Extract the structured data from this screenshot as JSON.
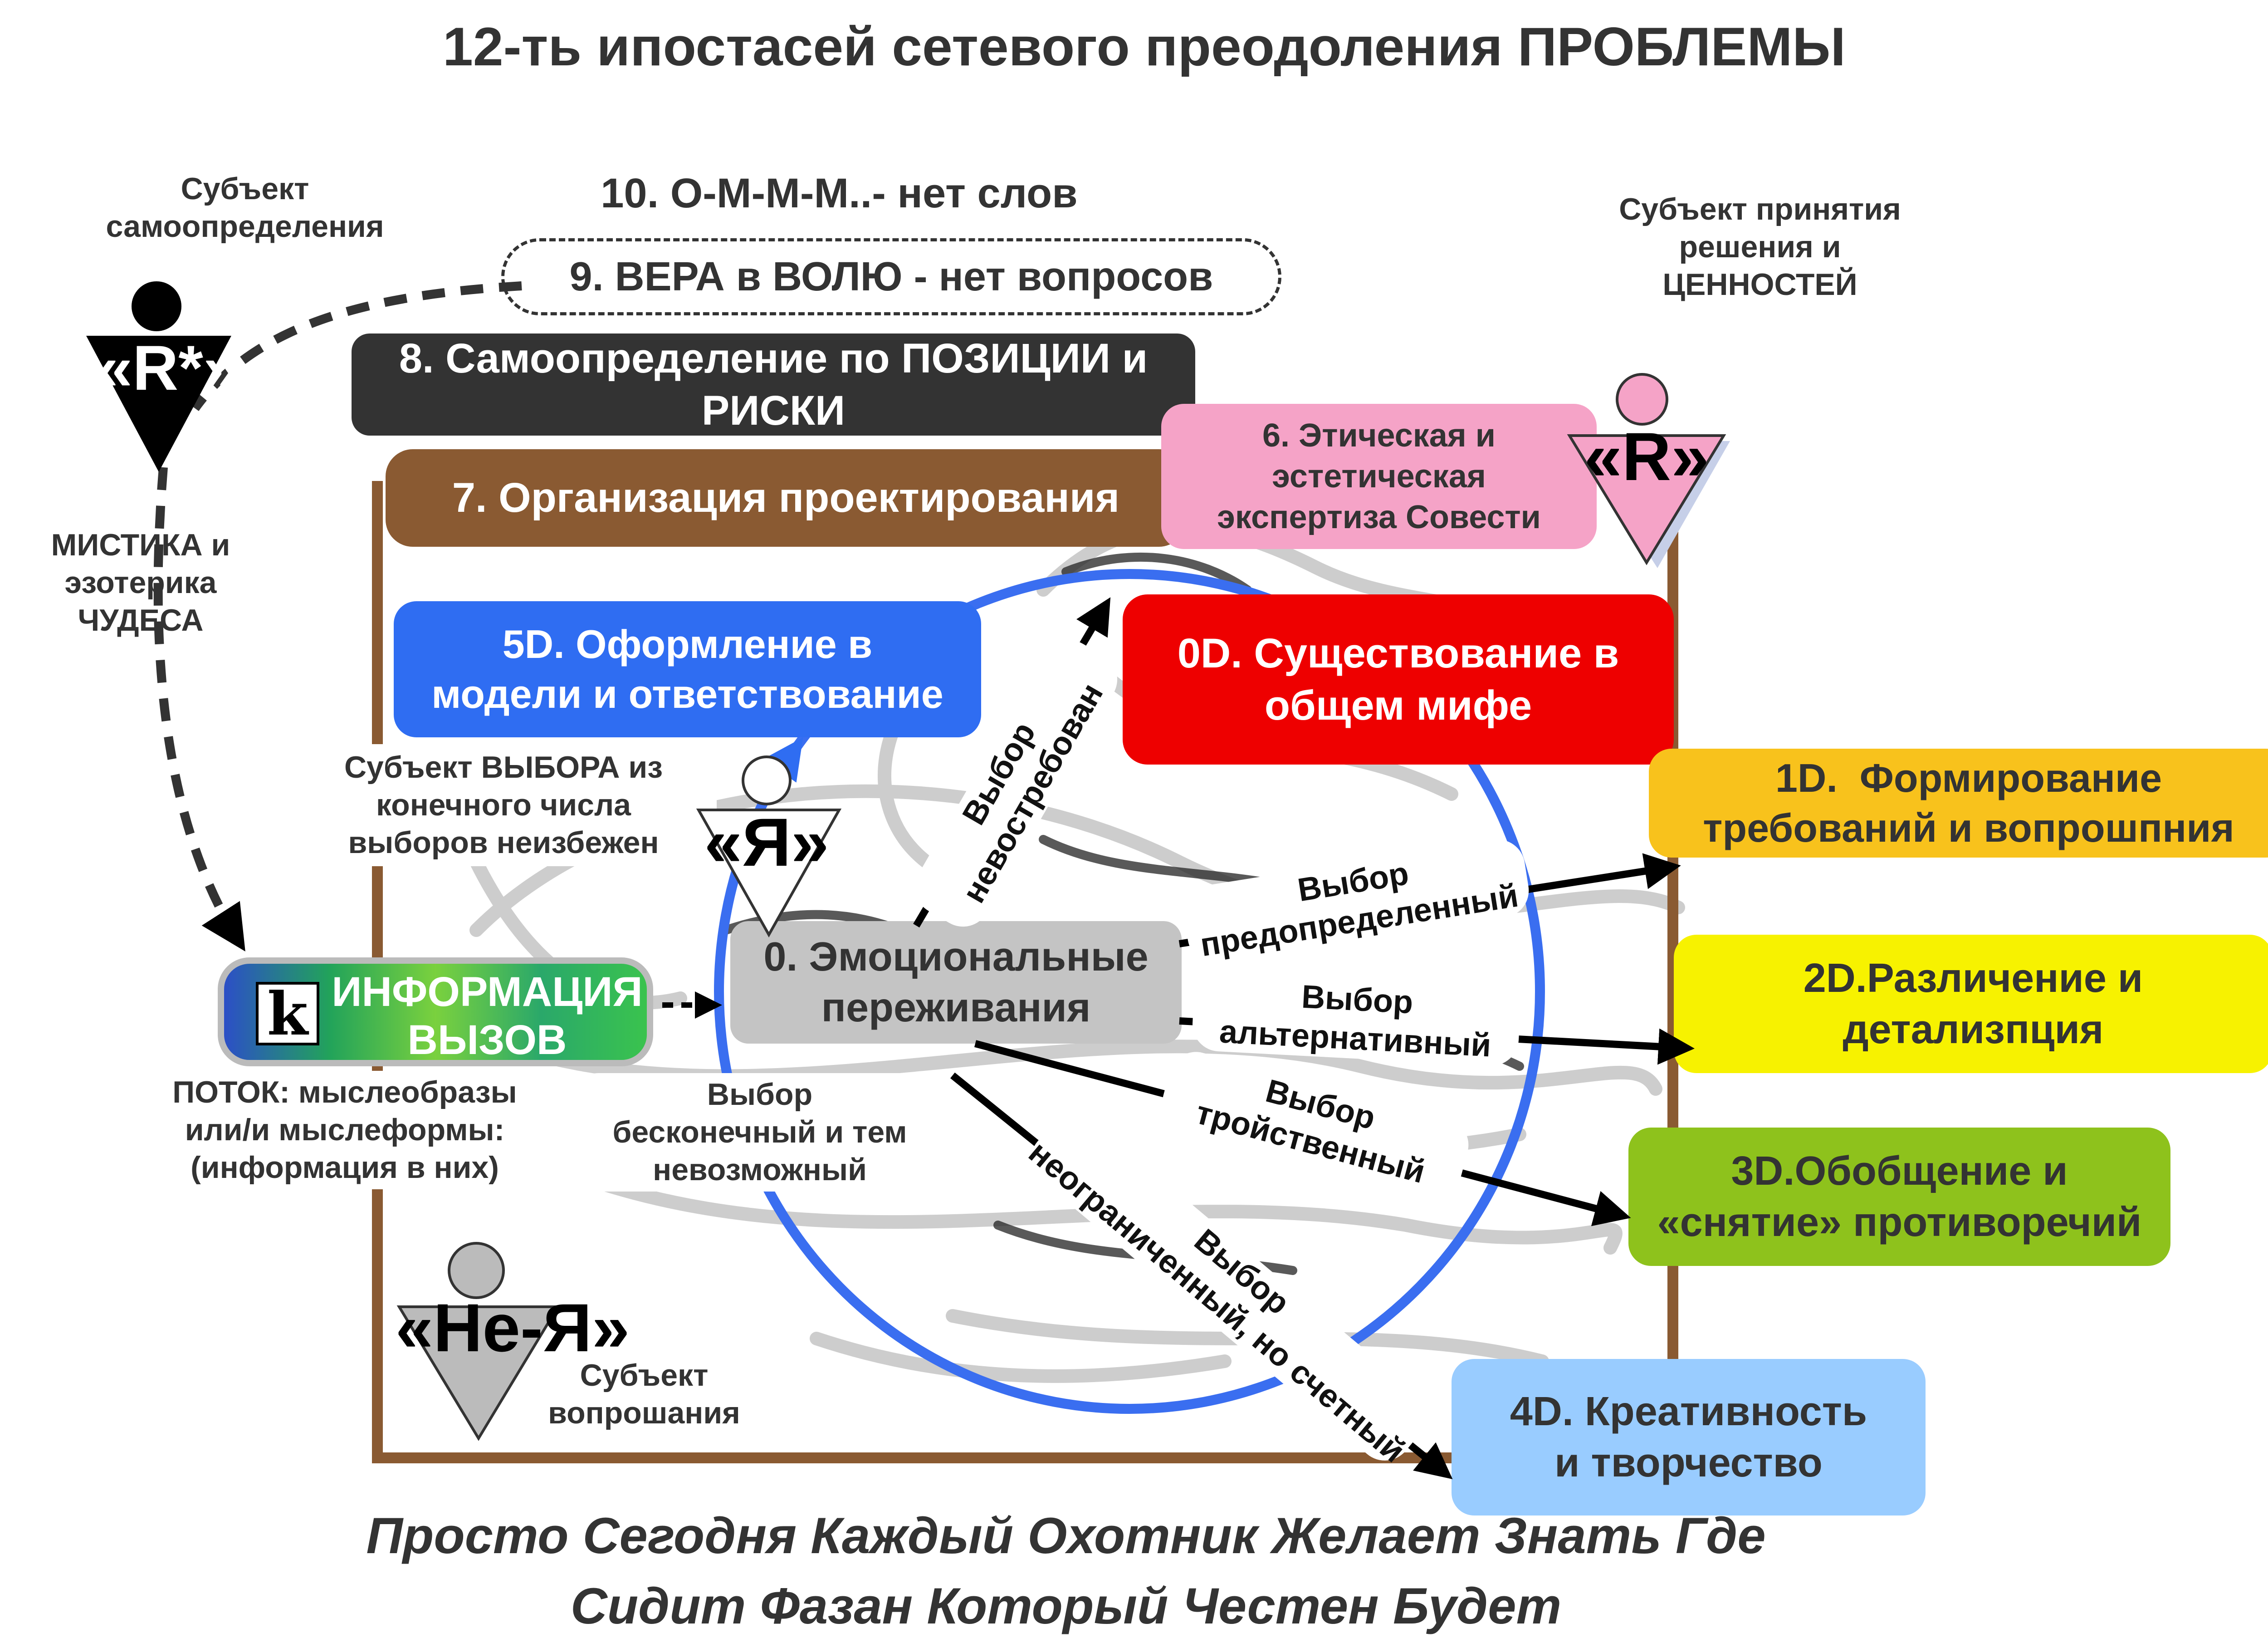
{
  "title": "12-ть ипостасей сетевого преодоления ПРОБЛЕМЫ",
  "subjects": {
    "self_determination": "Субъект\nсамоопределения",
    "decision": "Субъект принятия\nрешения и\nЦЕННОСТЕЙ",
    "choice": "Субъект ВЫБОРА из\nконечного числа\nвыборов неизбежен",
    "questioning": "Субъект\nвопрошания",
    "mysticism": "МИСТИКА и\nэзотерика\nЧУДЕСА"
  },
  "personas": {
    "r_star": "«R*»",
    "r": "«R»",
    "ya": "«Я»",
    "ne_ya": "«Не-Я»"
  },
  "levels": {
    "l10": "10. О-М-М-М..- нет слов",
    "l9": "9. ВЕРА в ВОЛЮ - нет вопросов",
    "l8": "8. Самоопределение по ПОЗИЦИИ и\nРИСКИ",
    "l7": "7. Организация проектирования",
    "l6": "6. Этическая и\nэстетическая\nэкспертиза Совести",
    "l5d": "5D. Оформление в\nмодели и ответствование",
    "l0d": "0D. Существование в\nобщем мифе",
    "l1d": "1D.  Формирование\nтребований и вопрошпния",
    "l2d": "2D.Различение и\nдетализпция",
    "l3d": "3D.Обобщение и\n«снятие» противоречий",
    "l4d": "4D. Креативность\nи творчество",
    "l0": "0. Эмоциональные\nпереживания"
  },
  "info": {
    "logo": "k",
    "title": "ИНФОРМАЦИЯ\nВЫЗОВ",
    "flow": "ПОТОК: мыслеобразы\nили/и мыслеформы:\n(информация в них)"
  },
  "choices": {
    "unclaimed": "Выбор\nневостребован",
    "predetermined": "Выбор\nпредопределенный",
    "alternative": "Выбор\nальтернативный",
    "triple": "Выбор\nтройственный",
    "unlimited": "Выбор\nнеограниченный, но счетный",
    "infinite": "Выбор\nбесконечный и тем\nневозможный"
  },
  "footer": {
    "line1": "Просто Сегодня Каждый Охотник Желает Знать Где",
    "line2": "Сидит Фазан Который Честен Будет"
  },
  "colors": {
    "frame": "#8a5a32",
    "l8": "#333333",
    "l7": "#8a5a32",
    "l6": "#f5a3c7",
    "l5d": "#2f6df2",
    "l0d": "#ee0000",
    "l1d": "#f8c21c",
    "l2d": "#f7f200",
    "l3d": "#8ec21c",
    "l4d": "#99ccff",
    "l0": "#c4c4c4",
    "circle": "#3a6ef0"
  }
}
